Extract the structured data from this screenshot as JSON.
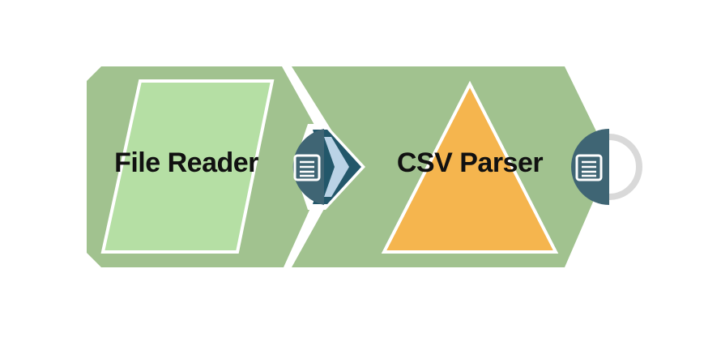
{
  "pipeline": {
    "snaps": [
      {
        "label": "File Reader",
        "shape": "parallelogram",
        "fill": "#b5dfa4"
      },
      {
        "label": "CSV Parser",
        "shape": "triangle",
        "fill": "#f5b54e"
      }
    ],
    "colors": {
      "snap_background": "#a1c28f",
      "port_dark": "#3f6574",
      "arrow_light": "#bad3e6",
      "arrow_border": "#22576a",
      "unconnected_port_ring": "#d9d9d9",
      "document_icon": "#ffffff"
    },
    "icons": [
      "document-icon",
      "document-icon",
      "arrow-right-icon"
    ]
  }
}
